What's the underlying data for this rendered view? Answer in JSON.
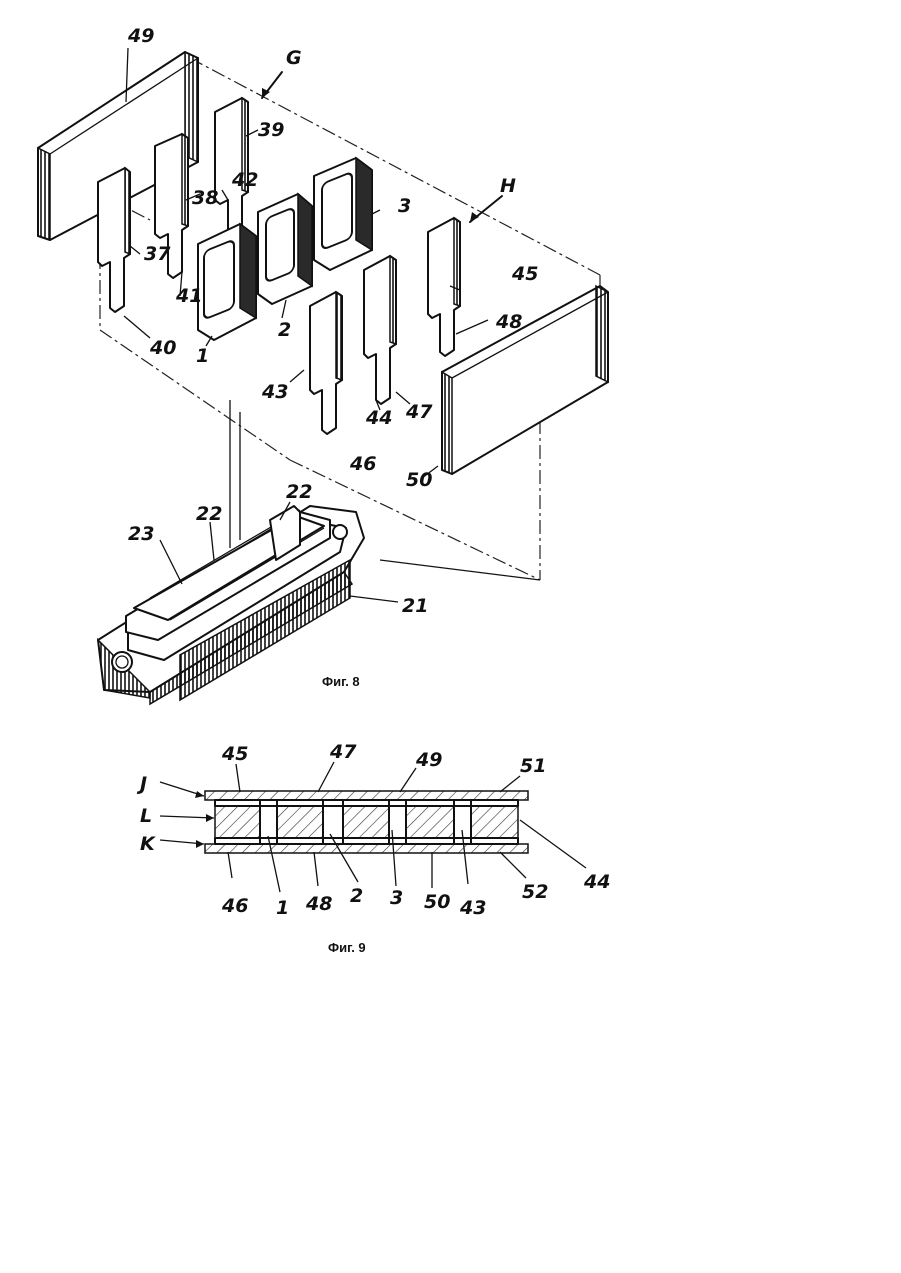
{
  "fig8": {
    "caption": "Фиг. 8",
    "labels": {
      "l49": "49",
      "lG": "G",
      "l39": "39",
      "l42": "42",
      "l3": "3",
      "l38": "38",
      "lH": "H",
      "l37": "37",
      "l41": "41",
      "l45": "45",
      "l40": "40",
      "l1": "1",
      "l2": "2",
      "l48": "48",
      "l43": "43",
      "l44": "44",
      "l47": "47",
      "l46": "46",
      "l50": "50",
      "l22a": "22",
      "l22b": "22",
      "l23": "23",
      "l21": "21"
    }
  },
  "fig9": {
    "caption": "Фиг. 9",
    "labels": {
      "l45": "45",
      "l47": "47",
      "l49": "49",
      "l51": "51",
      "lJ": "J",
      "lL": "L",
      "lK": "K",
      "l46": "46",
      "l1": "1",
      "l48": "48",
      "l2": "2",
      "l3": "3",
      "l50": "50",
      "l43": "43",
      "l52": "52",
      "l44": "44"
    }
  }
}
